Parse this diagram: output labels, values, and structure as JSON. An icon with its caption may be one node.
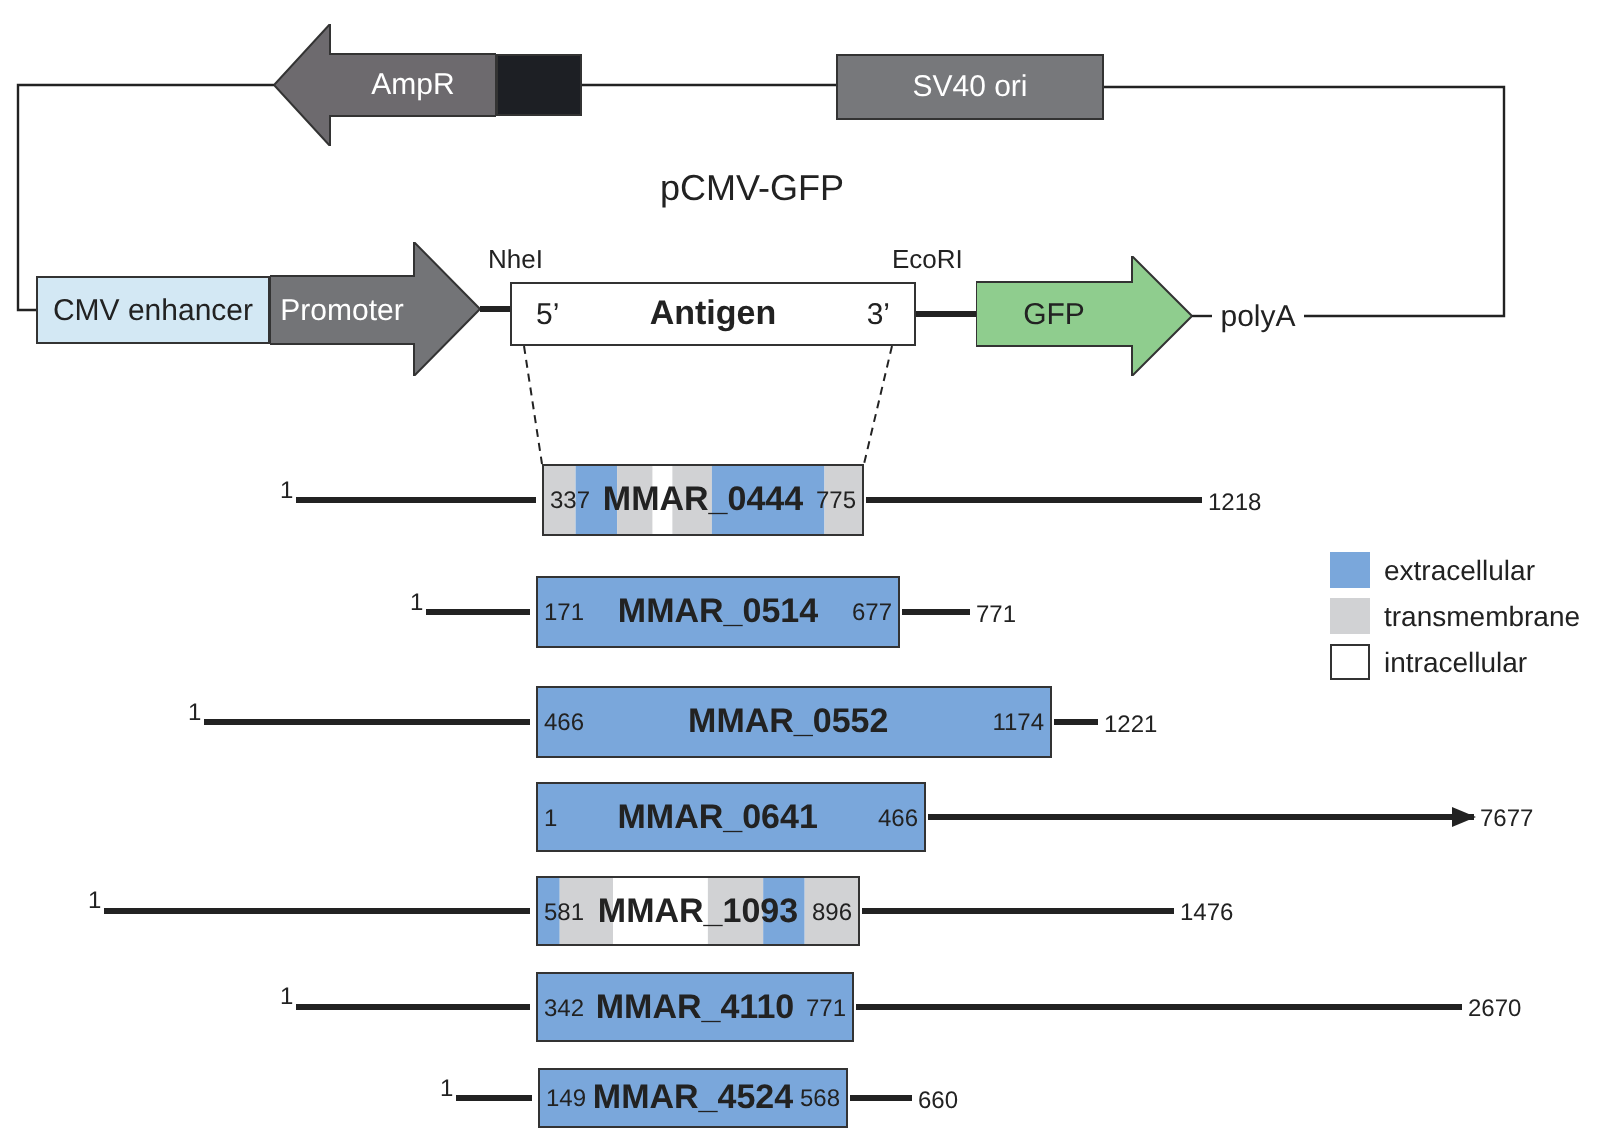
{
  "diagram": {
    "title": "pCMV-GFP",
    "nodes": [
      {
        "text": [
          "AmpR"
        ]
      },
      {
        "text": [],
        "shape": "box"
      },
      {
        "text": [
          "SV40 ori"
        ]
      },
      {
        "text": [
          "CMV enhancer"
        ]
      },
      {
        "text": [
          "Promoter"
        ]
      },
      {
        "text": [
          "5’",
          "Antigen",
          "3’"
        ]
      },
      {
        "text": [
          "GFP"
        ]
      },
      {
        "text": [
          "polyA"
        ]
      },
      {
        "text": [
          "337",
          "MMAR_0444",
          "775"
        ]
      },
      {
        "text": [
          "171",
          "MMAR_0514",
          "677"
        ]
      },
      {
        "text": [
          "466",
          "MMAR_0552",
          "1174"
        ]
      },
      {
        "text": [
          "1",
          "MMAR_0641",
          "466"
        ]
      },
      {
        "text": [
          "581",
          "MMAR_1093",
          "896"
        ]
      },
      {
        "text": [
          "342",
          "MMAR_4110",
          "771"
        ]
      },
      {
        "text": [
          "149",
          "MMAR_4524",
          "568"
        ]
      },
      {
        "text": [
          "1"
        ]
      },
      {
        "text": [
          "1218"
        ]
      },
      {
        "text": [
          "1"
        ]
      },
      {
        "text": [
          "771"
        ]
      },
      {
        "text": [
          "1"
        ]
      },
      {
        "text": [
          "1221"
        ]
      },
      {
        "text": [
          "7677"
        ]
      },
      {
        "text": [
          "1"
        ]
      },
      {
        "text": [
          "1476"
        ]
      },
      {
        "text": [
          "1"
        ]
      },
      {
        "text": [
          "2670"
        ]
      },
      {
        "text": [
          "1"
        ]
      },
      {
        "text": [
          "660"
        ]
      }
    ],
    "edges": [
      {
        "from": 1,
        "to": 2,
        "arrow": "none"
      },
      {
        "from": 2,
        "to": 7,
        "arrow": "none"
      },
      {
        "from": 0,
        "to": 3,
        "arrow": "none"
      },
      {
        "from": 4,
        "to": 5,
        "arrow": "none"
      },
      {
        "from": 5,
        "to": 6,
        "arrow": "none"
      },
      {
        "from": 6,
        "to": 7,
        "arrow": "none"
      },
      {
        "from": 5,
        "to": 8,
        "arrow": "none",
        "style": "dashed"
      },
      {
        "from": 5,
        "to": 8,
        "arrow": "none",
        "style": "dashed"
      },
      {
        "from": 15,
        "to": 8,
        "arrow": "none"
      },
      {
        "from": 8,
        "to": 16,
        "arrow": "none"
      },
      {
        "from": 17,
        "to": 9,
        "arrow": "none"
      },
      {
        "from": 9,
        "to": 18,
        "arrow": "none"
      },
      {
        "from": 19,
        "to": 10,
        "arrow": "none"
      },
      {
        "from": 10,
        "to": 20,
        "arrow": "none"
      },
      {
        "from": 11,
        "to": 21,
        "arrow": "to"
      },
      {
        "from": 22,
        "to": 12,
        "arrow": "none"
      },
      {
        "from": 12,
        "to": 23,
        "arrow": "none"
      },
      {
        "from": 24,
        "to": 13,
        "arrow": "none"
      },
      {
        "from": 13,
        "to": 25,
        "arrow": "none"
      },
      {
        "from": 26,
        "to": 14,
        "arrow": "none"
      },
      {
        "from": 14,
        "to": 27,
        "arrow": "none"
      }
    ],
    "labels": [
      "NheI",
      "EcoRI"
    ],
    "legend": [
      {
        "text": "extracellular",
        "color": "#7aa7db"
      },
      {
        "text": "transmembrane",
        "color": "#d1d2d4"
      },
      {
        "text": "intracellular",
        "color": "#ffffff"
      }
    ]
  }
}
